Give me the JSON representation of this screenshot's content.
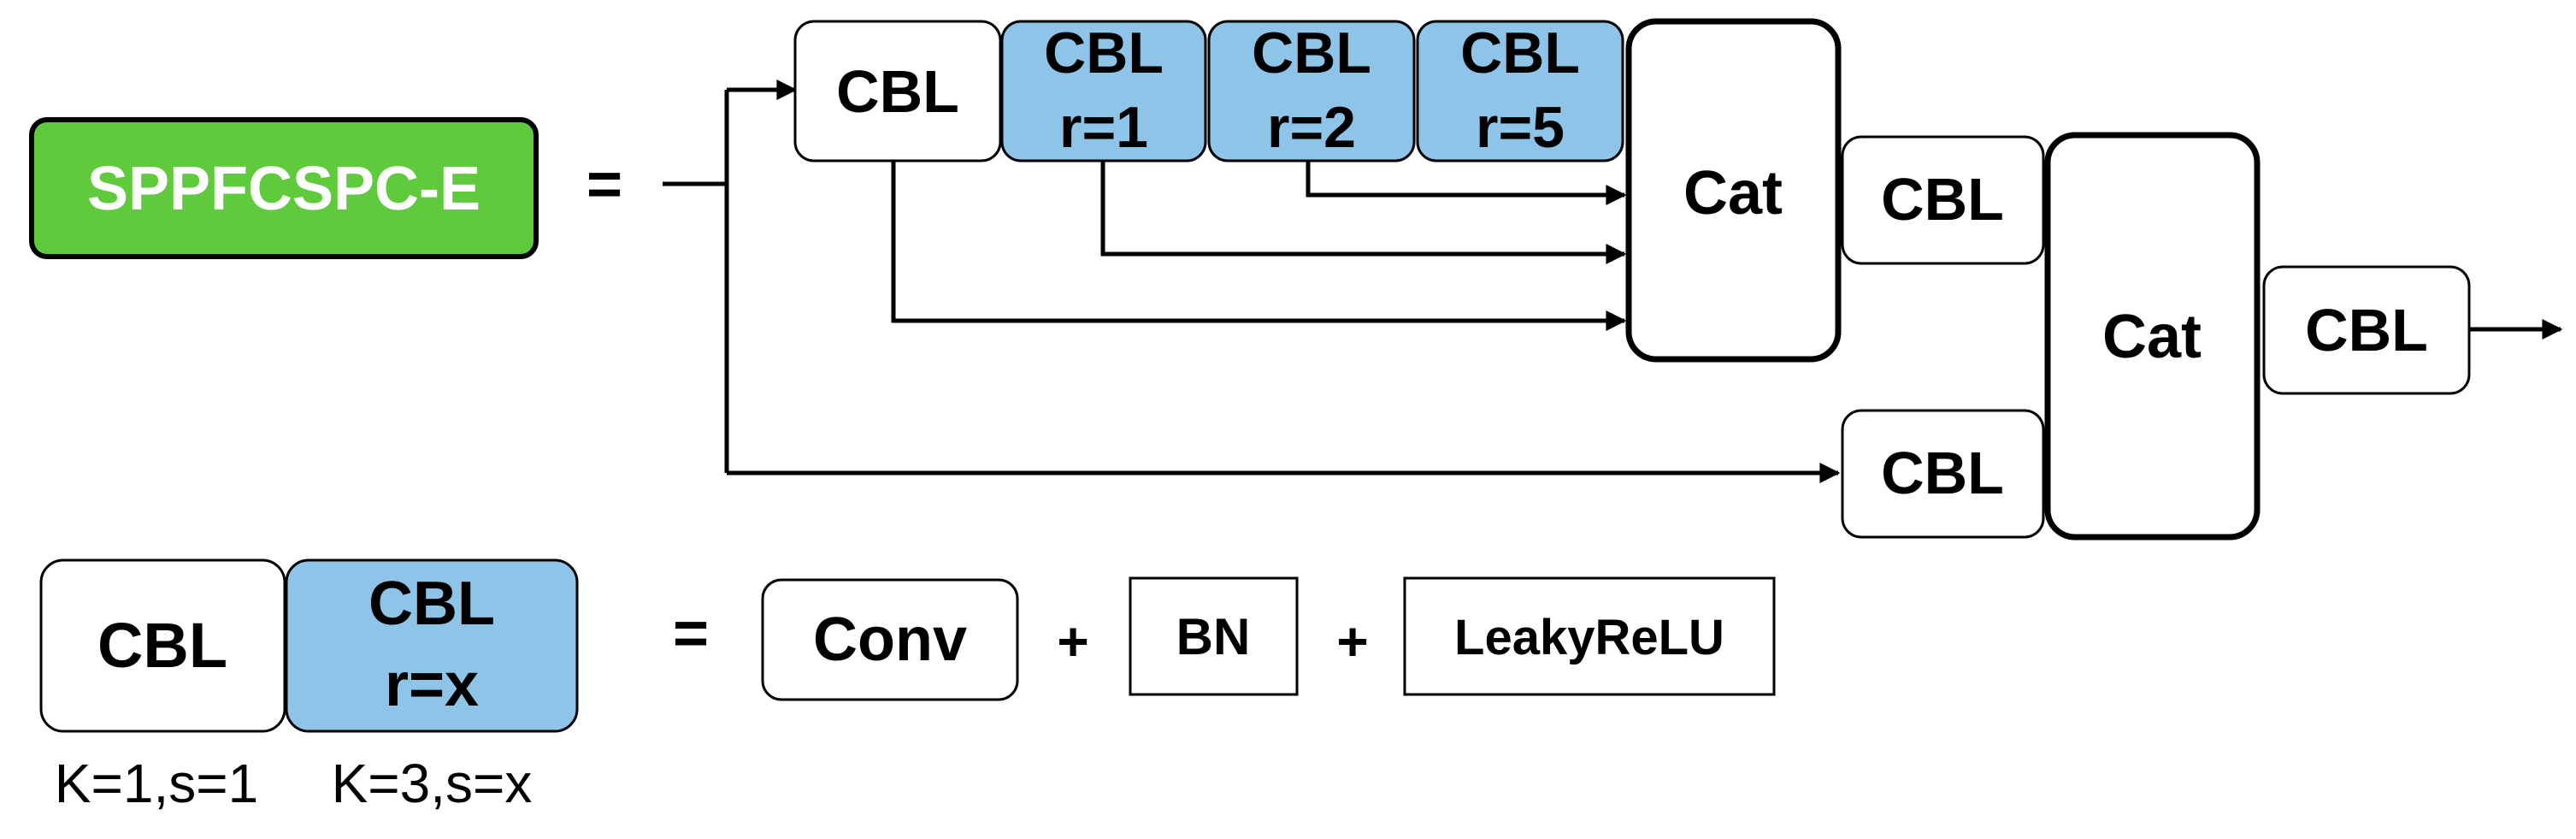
{
  "colors": {
    "green": "#5fca3c",
    "blue": "#8ec4e8",
    "white": "#ffffff",
    "line": "#000000"
  },
  "top": {
    "name": "SPPFCSPC-E",
    "equals": "=",
    "cbl_main": "CBL",
    "cbl_r1": [
      "CBL",
      "r=1"
    ],
    "cbl_r2": [
      "CBL",
      "r=2"
    ],
    "cbl_r5": [
      "CBL",
      "r=5"
    ],
    "cat1": "Cat",
    "cbl_after_cat": "CBL",
    "cbl_bottom": "CBL",
    "cat2": "Cat",
    "cbl_out": "CBL"
  },
  "legend": {
    "cbl": "CBL",
    "cbl_rx": [
      "CBL",
      "r=x"
    ],
    "equals": "=",
    "conv": "Conv",
    "plus1": "+",
    "bn": "BN",
    "plus2": "+",
    "leaky": "LeakyReLU",
    "cbl_params": "K=1,s=1",
    "cbl_rx_params": "K=3,s=x"
  }
}
